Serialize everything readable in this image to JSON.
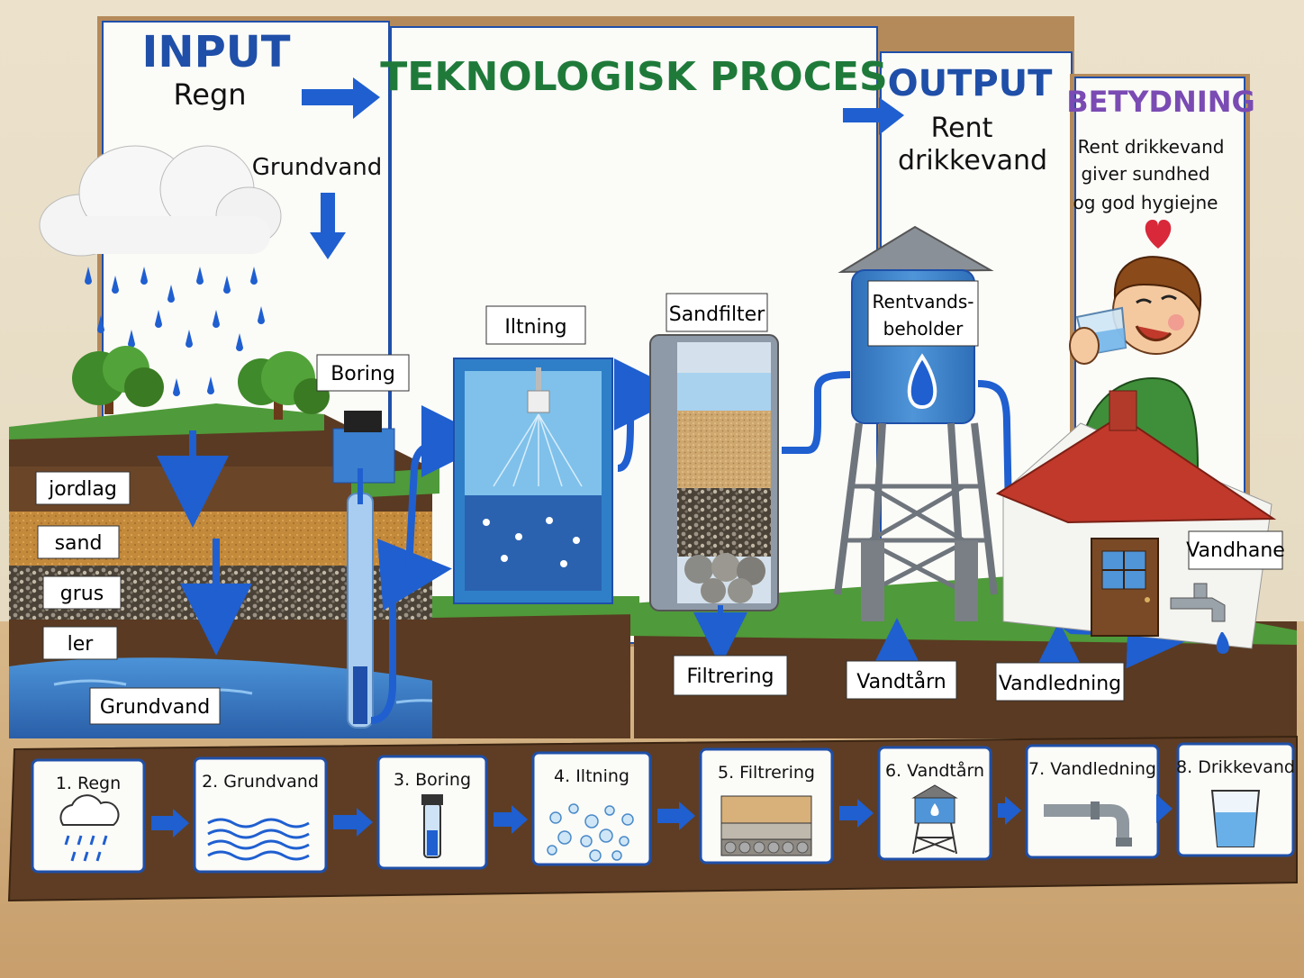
{
  "board": {
    "input_title": "INPUT",
    "input_rain": "Regn",
    "input_ground": "Grundvand",
    "process_title": "TEKNOLOGISK PROCES",
    "output_title": "OUTPUT",
    "output_line1": "Rent",
    "output_line2": "drikkevand",
    "meaning_title": "BETYDNING",
    "meaning_line1": "Rent drikkevand",
    "meaning_line2": "giver sundhed",
    "meaning_line3": "og god hygiejne"
  },
  "soil_layers": [
    "jordlag",
    "sand",
    "grus",
    "ler"
  ],
  "model_labels": {
    "groundwater": "Grundvand",
    "boring": "Boring",
    "aeration": "Iltning",
    "sandfilter": "Sandfilter",
    "tank_line1": "Rentvands-",
    "tank_line2": "beholder",
    "filtration": "Filtrering",
    "water_tower": "Vandtårn",
    "water_pipe": "Vandledning",
    "faucet": "Vandhane"
  },
  "steps": [
    {
      "label": "1. Regn",
      "icon": "rain-cloud-icon"
    },
    {
      "label": "2. Grundvand",
      "icon": "waves-icon"
    },
    {
      "label": "3. Boring",
      "icon": "well-pipe-icon"
    },
    {
      "label": "4. Iltning",
      "icon": "bubbles-icon"
    },
    {
      "label": "5. Filtrering",
      "icon": "filter-layers-icon"
    },
    {
      "label": "6. Vandtårn",
      "icon": "water-tower-icon"
    },
    {
      "label": "7. Vandledning",
      "icon": "pipe-icon"
    },
    {
      "label": "8. Drikkevand",
      "icon": "water-glass-icon"
    }
  ],
  "colors": {
    "title_blue": "#1f4fa8",
    "title_green": "#1f7a3a",
    "title_purple": "#7a4bb3",
    "arrow_blue": "#1f5fd0",
    "water_blue": "#3b7fd0",
    "soil_brown": "#5a3a22",
    "grass_green": "#4f9a3a"
  }
}
